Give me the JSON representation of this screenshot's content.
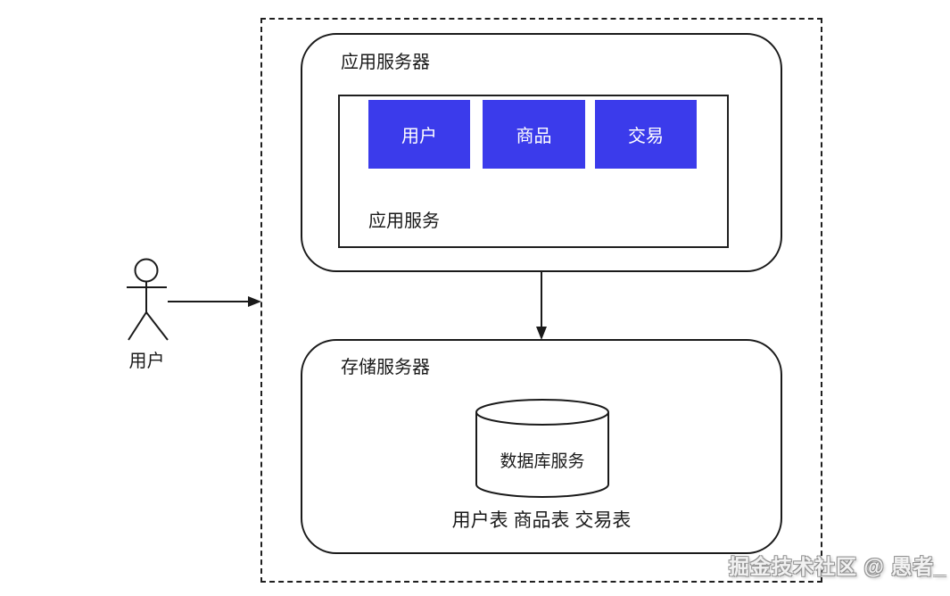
{
  "diagram": {
    "actor": {
      "label": "用户"
    },
    "app_server": {
      "title": "应用服务器",
      "service_box": {
        "label": "应用服务",
        "modules": [
          "用户",
          "商品",
          "交易"
        ]
      }
    },
    "flow": {
      "user_to_system_arrow": "actor-to-boundary",
      "app_to_storage_arrow": "app-server-to-storage-server"
    },
    "storage_server": {
      "title": "存储服务器",
      "database": {
        "label": "数据库服务"
      },
      "tables_label": "用户表 商品表 交易表"
    },
    "watermark": "掘金技术社区 @ 愚者_",
    "colors": {
      "module_bg": "#3b3beb",
      "module_text": "#ffffff",
      "line": "#1a1a1a"
    }
  }
}
